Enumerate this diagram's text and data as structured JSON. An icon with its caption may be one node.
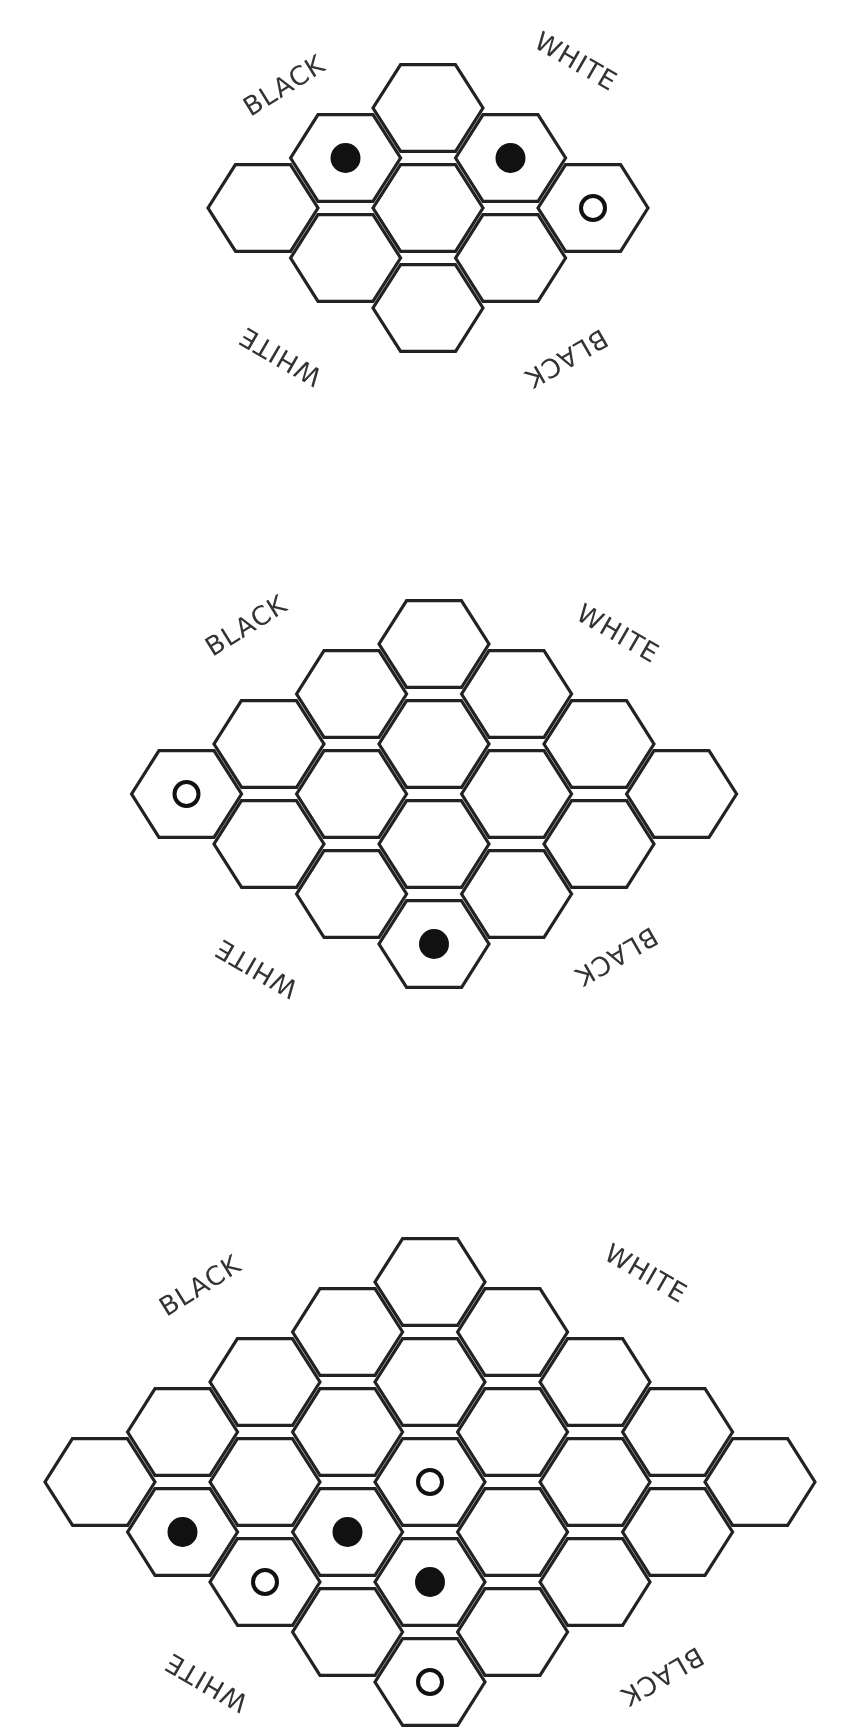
{
  "diagram": {
    "labels": [
      "BLACK",
      "WHITE",
      "WHITE",
      "BLACK",
      "BLACK",
      "WHITE",
      "WHITE",
      "BLACK",
      "BLACK",
      "WHITE",
      "WHITE",
      "BLACK"
    ]
  }
}
